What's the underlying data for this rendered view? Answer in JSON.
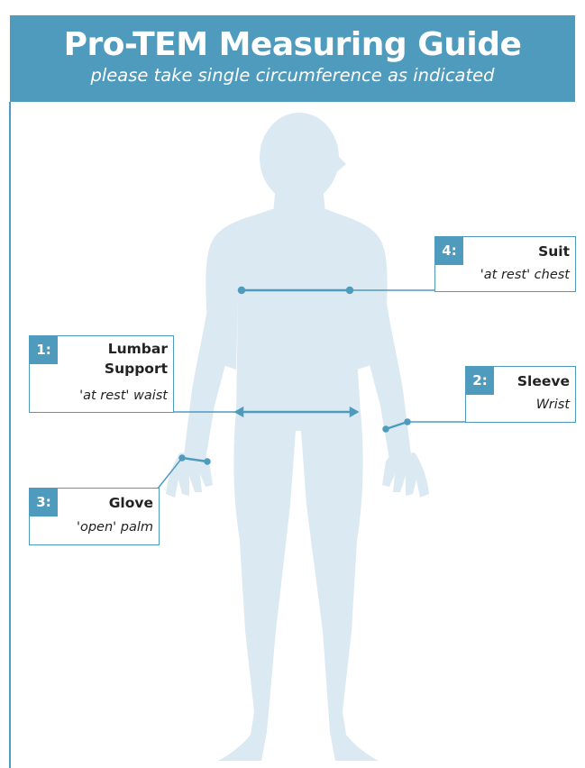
{
  "header": {
    "title": "Pro-TEM Measuring Guide",
    "subtitle": "please take single circumference as indicated"
  },
  "callouts": {
    "lumbar": {
      "number": "1:",
      "label_line1": "Lumbar",
      "label_line2": "Support",
      "detail": "'at rest' waist"
    },
    "sleeve": {
      "number": "2:",
      "label": "Sleeve",
      "detail": "Wrist"
    },
    "glove": {
      "number": "3:",
      "label": "Glove",
      "detail": "'open' palm"
    },
    "suit": {
      "number": "4:",
      "label": "Suit",
      "detail": "'at rest' chest"
    }
  },
  "colors": {
    "accent": "#4f9bbe",
    "body_fill": "#dbe9f2",
    "measure_line": "#4f9bbe"
  }
}
